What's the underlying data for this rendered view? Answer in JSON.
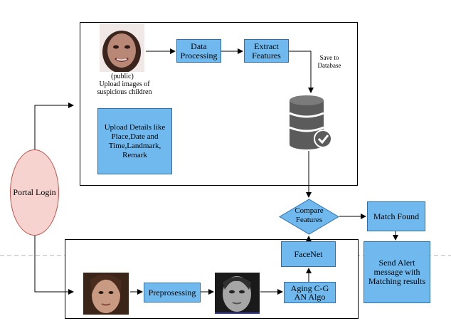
{
  "nodes": {
    "portal_login": "Portal Login",
    "data_processing": "Data Processing",
    "extract_features": "Extract Features",
    "save_to_database": "Save to Database",
    "public_label": "(public)",
    "upload_images": "Upload images of suspicious children",
    "upload_details": "Upload Details like Place,Date and Time,Landmark, Remark",
    "compare_features": "Compare Features",
    "match_found": "Match Found",
    "send_alert": "Send Alert message with Matching results",
    "facenet": "FaceNet",
    "aging_algo": "Aging C-G AN Algo",
    "preprocessing": "Preprosessing"
  },
  "icons": {
    "database": "database-check-icon",
    "photo_public": "child-face-photo",
    "photo_parent": "face-photo",
    "photo_processed": "grayscale-face-photo"
  },
  "colors": {
    "box_fill": "#6fb9ee",
    "box_border": "#2f6fa8",
    "portal_fill": "#f7d3cf",
    "portal_border": "#c0504d"
  }
}
